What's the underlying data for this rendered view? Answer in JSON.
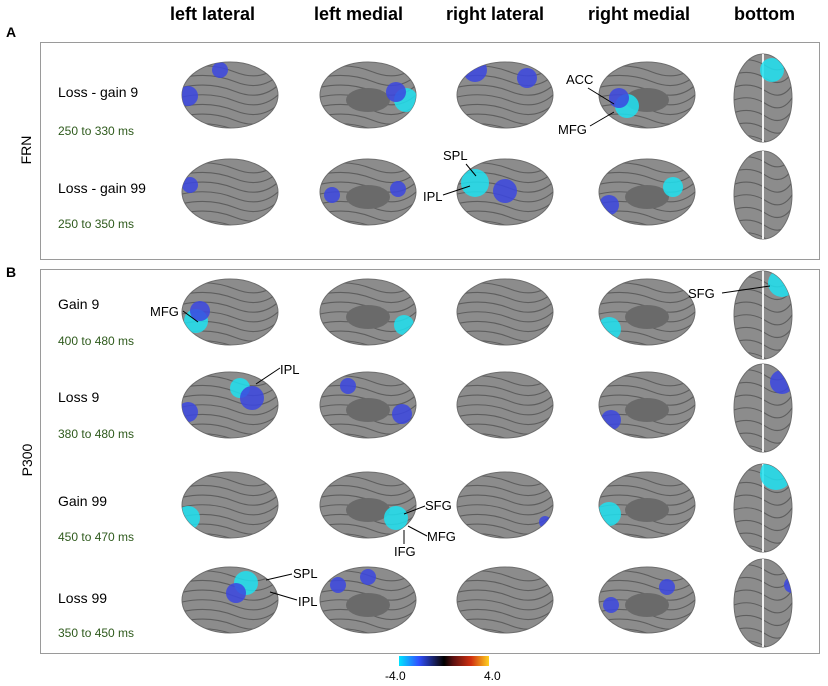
{
  "columns": [
    "left lateral",
    "left medial",
    "right lateral",
    "right medial",
    "bottom"
  ],
  "panels": {
    "a": {
      "letter": "A",
      "label": "FRN"
    },
    "b": {
      "letter": "B",
      "label": "P300"
    }
  },
  "rows": [
    {
      "condition": "Loss - gain 9",
      "time": "250 to 330 ms"
    },
    {
      "condition": "Loss - gain 99",
      "time": "250 to 350 ms"
    },
    {
      "condition": "Gain 9",
      "time": "400 to 480 ms"
    },
    {
      "condition": "Loss 9",
      "time": "380 to 480 ms"
    },
    {
      "condition": "Gain 99",
      "time": "450 to 470 ms"
    },
    {
      "condition": "Loss 99",
      "time": "350 to 450 ms"
    }
  ],
  "annotations": {
    "acc": "ACC",
    "mfg_r1": "MFG",
    "spl_r2": "SPL",
    "ipl_r2": "IPL",
    "sfg_r3": "SFG",
    "mfg_r3": "MFG",
    "ipl_r4": "IPL",
    "sfg_r5": "SFG",
    "mfg_r5": "MFG",
    "ifg_r5": "IFG",
    "spl_r6": "SPL",
    "ipl_r6": "IPL"
  },
  "colorbar": {
    "min": "-4.0",
    "max": "4.0"
  },
  "colors": {
    "cortex": "#8c8c8c",
    "activation_low": "#3b47e0",
    "activation_high": "#1fe0f0",
    "time_text": "#2e5a1c"
  }
}
